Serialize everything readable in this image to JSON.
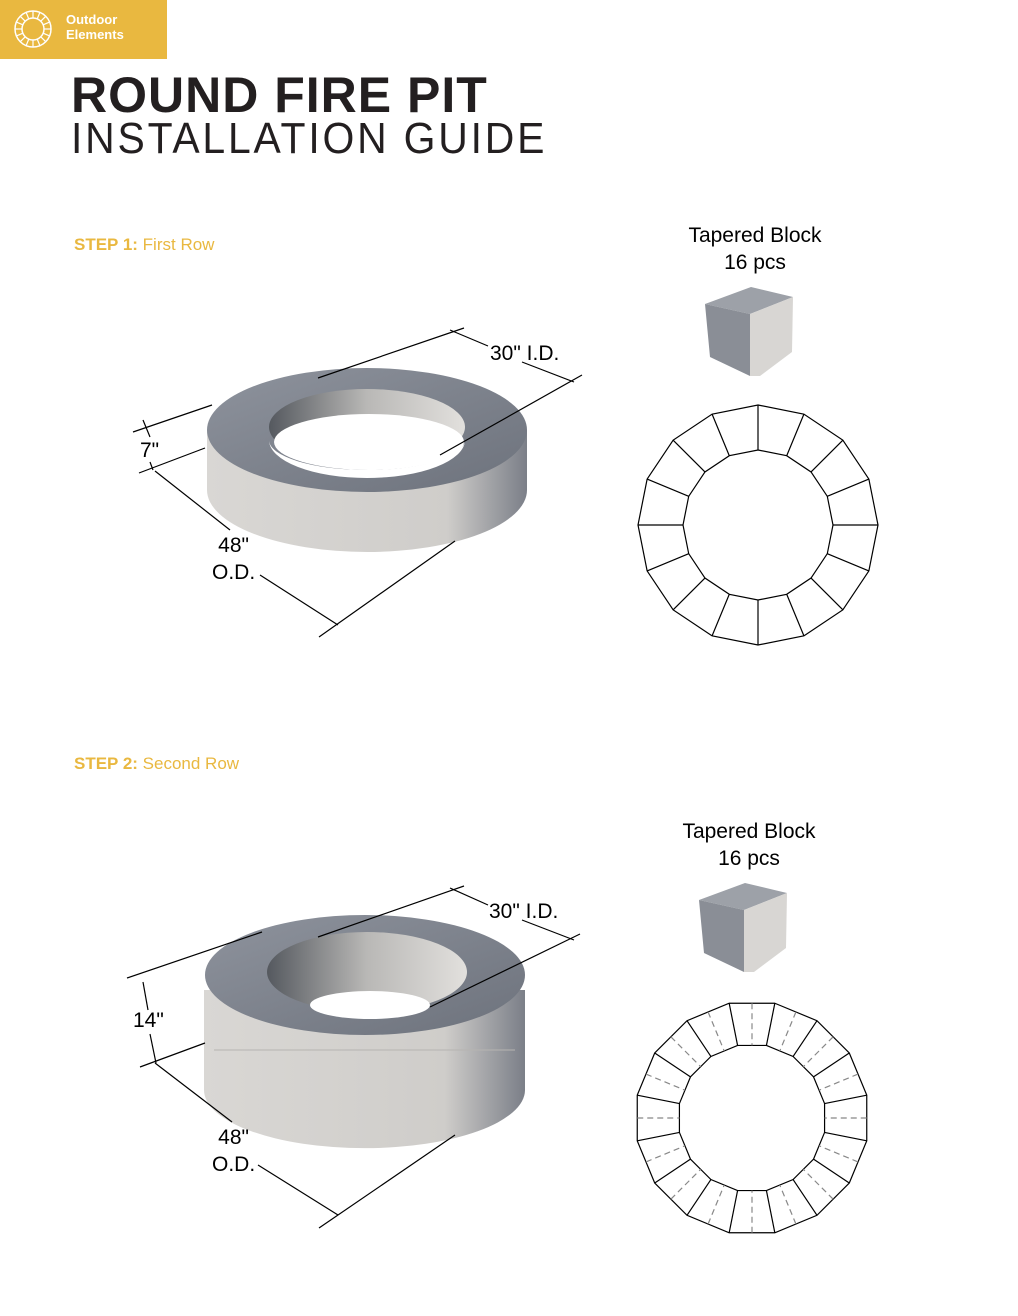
{
  "brand": {
    "name_line1": "Outdoor",
    "name_line2": "Elements",
    "color": "#e9b840"
  },
  "header": {
    "title": "ROUND FIRE PIT",
    "subtitle": "INSTALLATION GUIDE"
  },
  "steps": [
    {
      "number": "STEP 1:",
      "name": "First Row",
      "block_label": "Tapered Block",
      "block_count": "16 pcs",
      "inner_diameter": "30\" I.D.",
      "height": "7\"",
      "outer_diameter_line1": "48\"",
      "outer_diameter_line2": "O.D.",
      "segments": 16
    },
    {
      "number": "STEP 2:",
      "name": "Second Row",
      "block_label": "Tapered Block",
      "block_count": "16 pcs",
      "inner_diameter": "30\" I.D.",
      "height": "14\"",
      "outer_diameter_line1": "48\"",
      "outer_diameter_line2": "O.D.",
      "segments": 16
    }
  ]
}
